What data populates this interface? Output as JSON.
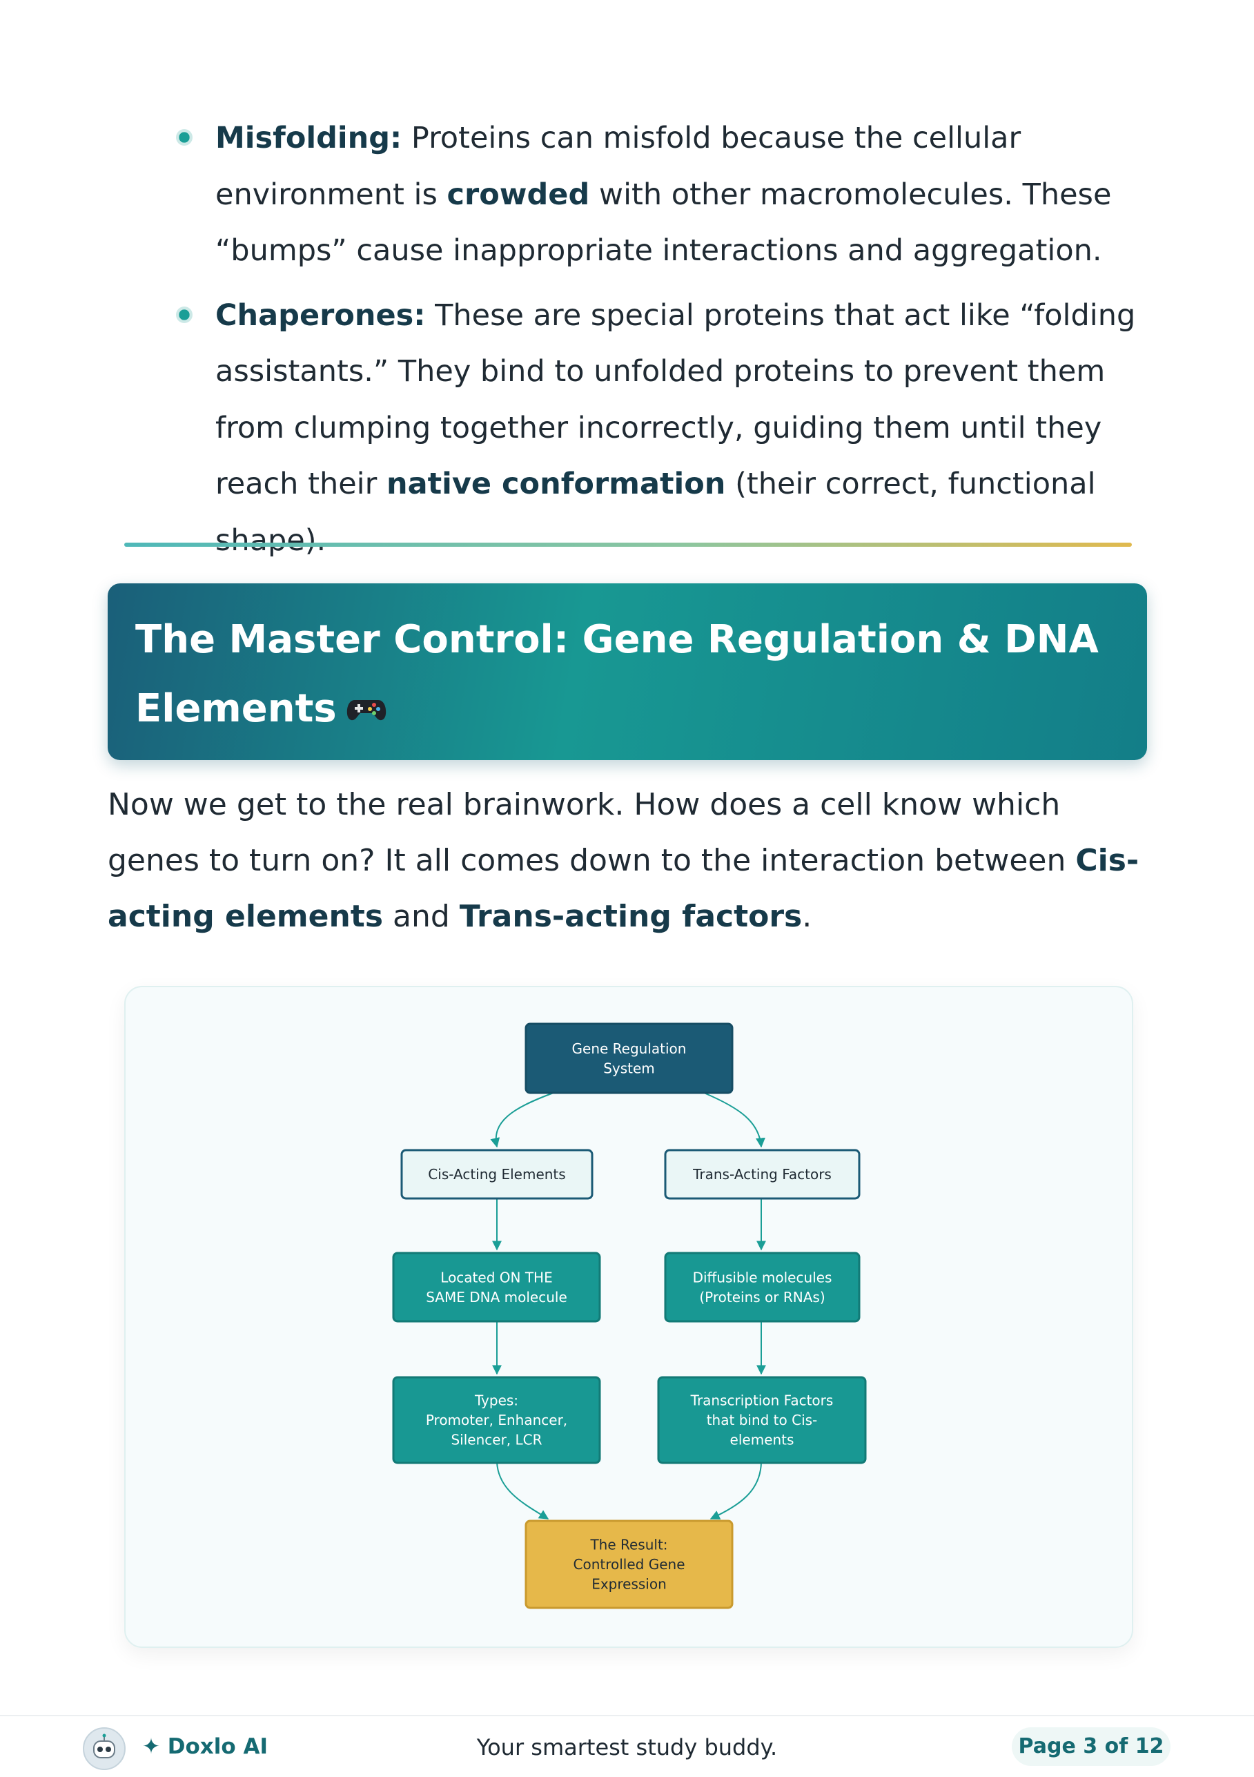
{
  "bullets": [
    {
      "term": "Misfolding:",
      "text1": " Proteins can misfold because the cellular environment is ",
      "bold1": "crowded",
      "text2": " with other macromolecules. These “bumps” cause inappropriate interactions and aggregation."
    },
    {
      "term": "Chaperones:",
      "text1": " These are special proteins that act like “folding assistants.” They bind to unfolded proteins to prevent them from clumping together incorrectly, guiding them until they reach their ",
      "bold1": "native conformation",
      "text2": " (their correct, functional shape)."
    }
  ],
  "section": {
    "title": "The Master Control: Gene Regulation & DNA Elements",
    "icon": "game-controller-icon"
  },
  "intro": {
    "text1": "Now we get to the real brainwork. How does a cell know which genes to turn on? It all comes down to the interaction between ",
    "bold1": "Cis-acting elements",
    "text2": " and ",
    "bold2": "Trans-acting factors",
    "text3": "."
  },
  "diagram": {
    "root": [
      "Gene Regulation",
      "System"
    ],
    "left": {
      "header": [
        "Cis-Acting Elements"
      ],
      "detail": [
        "Located ON THE",
        "SAME DNA molecule"
      ],
      "types": [
        "Types:",
        "Promoter, Enhancer,",
        "Silencer, LCR"
      ]
    },
    "right": {
      "header": [
        "Trans-Acting Factors"
      ],
      "detail": [
        "Diffusible molecules",
        "(Proteins or RNAs)"
      ],
      "types": [
        "Transcription Factors",
        "that bind to Cis-",
        "elements"
      ]
    },
    "result": [
      "The Result:",
      "Controlled Gene",
      "Expression"
    ],
    "colors": {
      "root": "#1b5a75",
      "header_fill": "#eaf6f6",
      "header_stroke": "#1b5a75",
      "teal": "#189893",
      "gold": "#e6b84a",
      "edge": "#1a9e96"
    }
  },
  "footer": {
    "brand": "✦ Doxlo AI",
    "tagline": "Your smartest study buddy.",
    "page_label": "Page",
    "page_current": "3",
    "page_of": "of",
    "page_total": "12"
  }
}
